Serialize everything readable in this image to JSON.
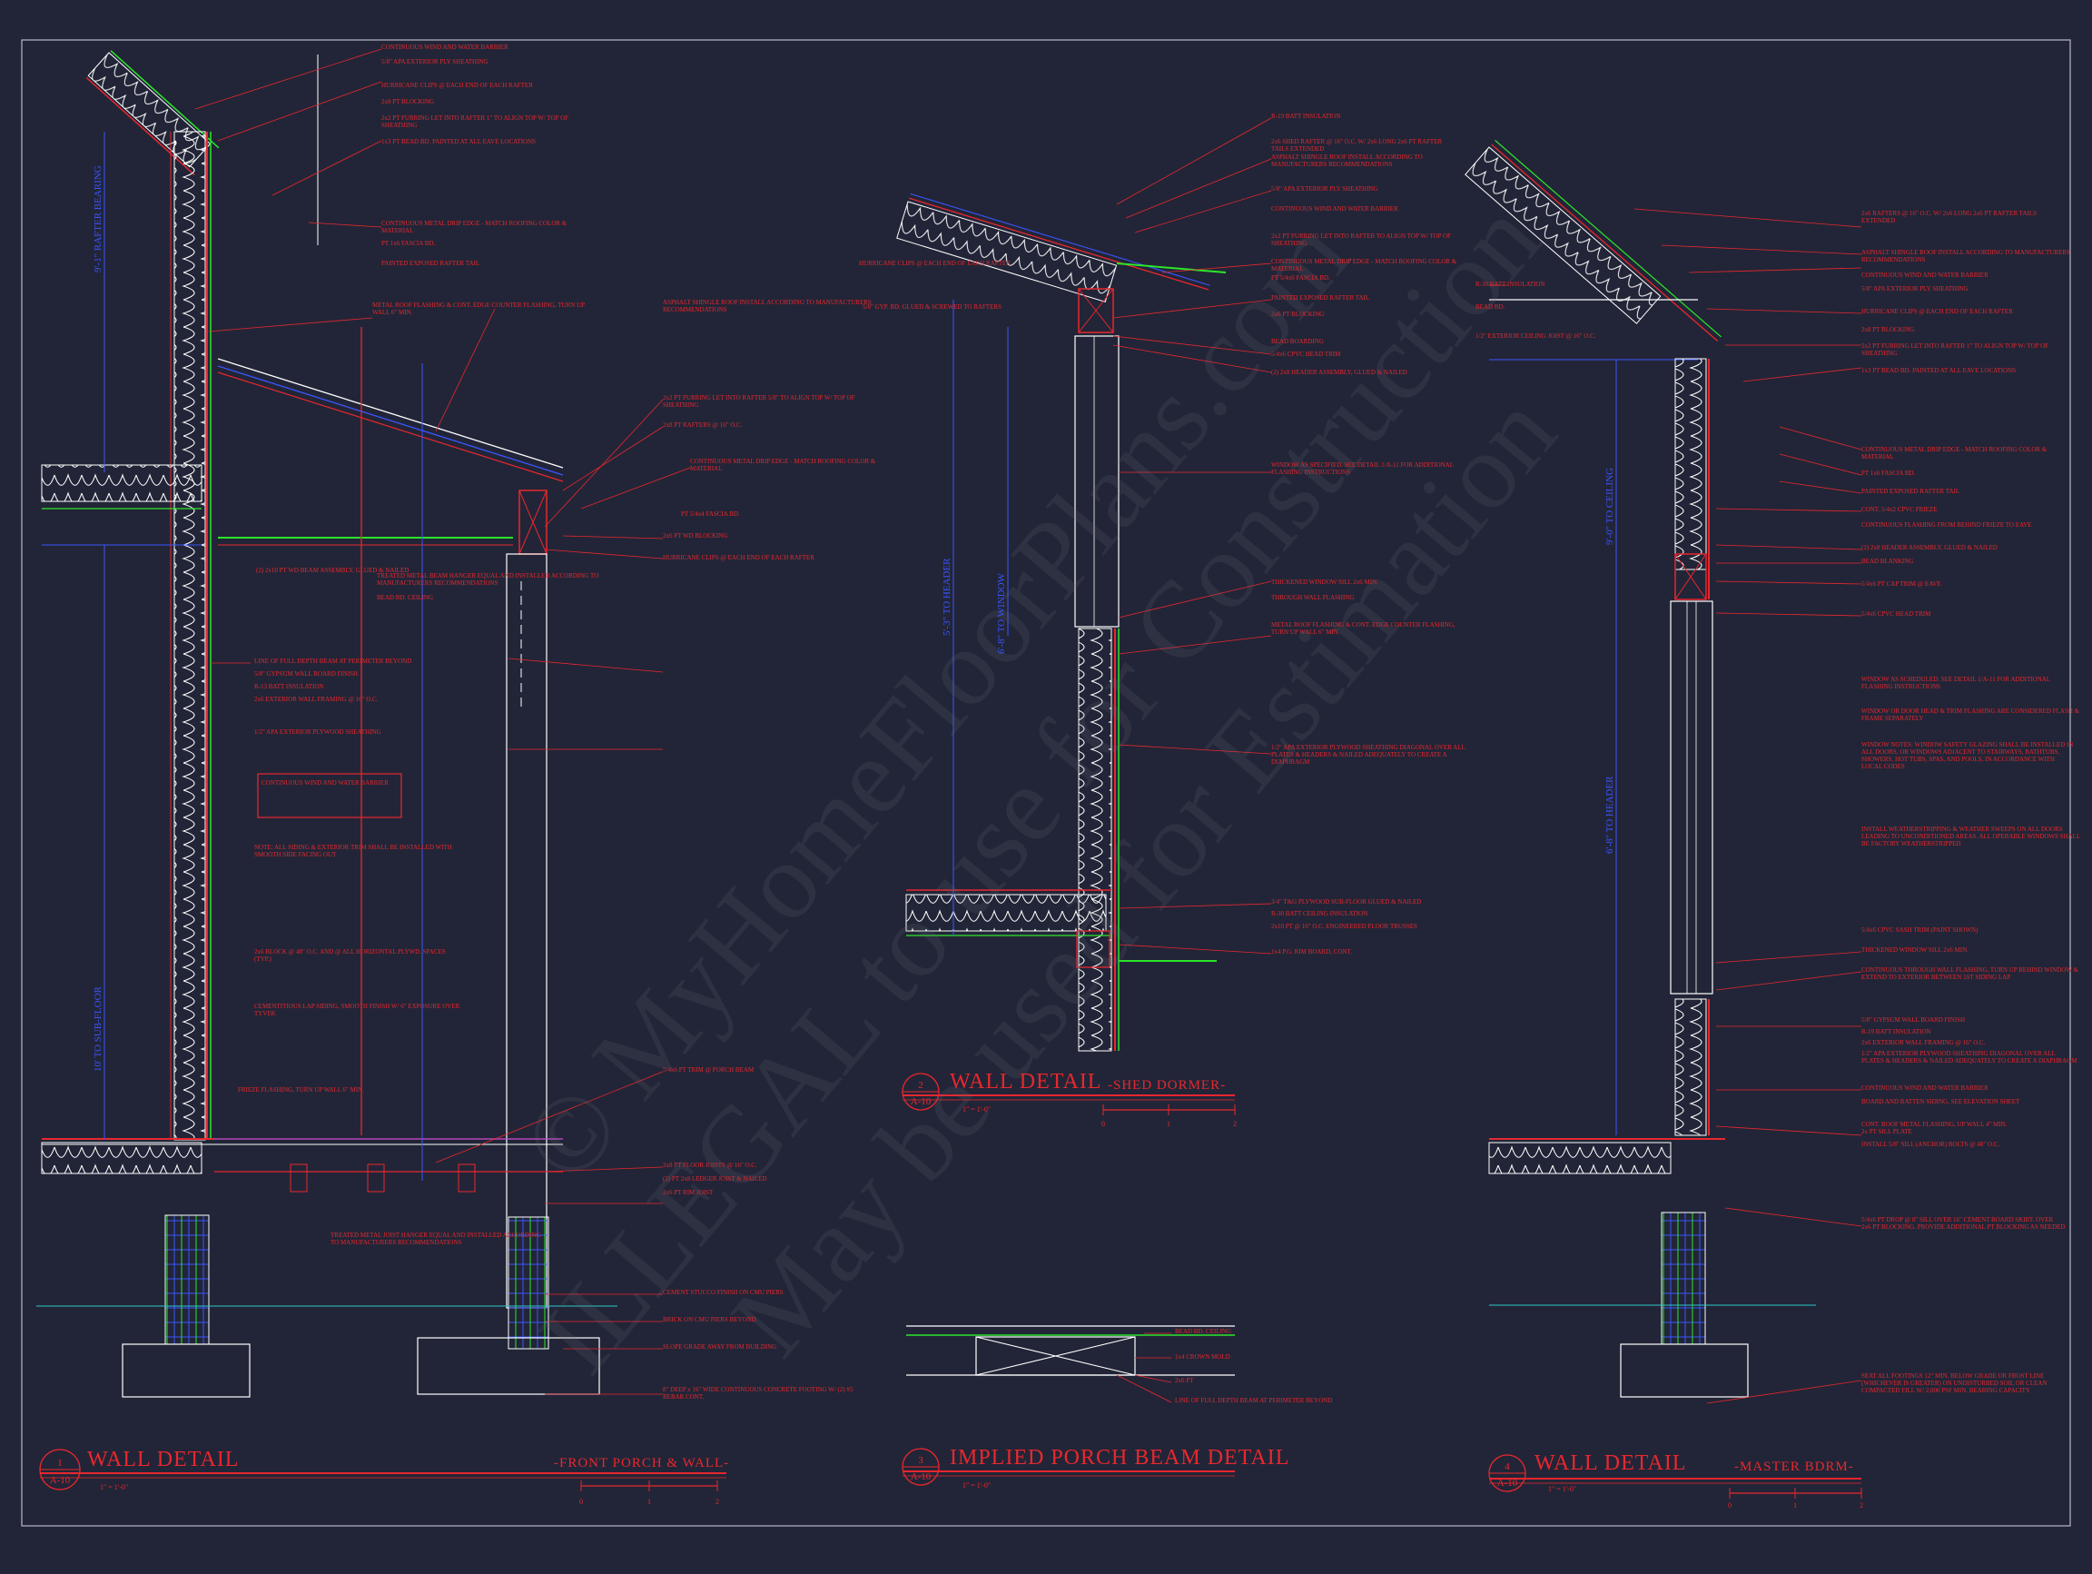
{
  "watermark": {
    "line1": "© MyHomeFloorPlans.com",
    "line2": "ILLEGAL to use for Construction",
    "line3": "May be used for Estimation"
  },
  "details": [
    {
      "num": "1",
      "sheet": "A-10",
      "title": "WALL DETAIL",
      "subtitle": "-FRONT PORCH & WALL-",
      "scale": "1\" = 1'-0\"",
      "bar": [
        "0",
        "1",
        "2"
      ]
    },
    {
      "num": "2",
      "sheet": "A-10",
      "title": "WALL DETAIL",
      "subtitle": "-SHED DORMER-",
      "scale": "1\" = 1'-0\"",
      "bar": [
        "0",
        "1",
        "2"
      ]
    },
    {
      "num": "3",
      "sheet": "A-10",
      "title": "IMPLIED PORCH BEAM DETAIL",
      "subtitle": "",
      "scale": "1\" = 1'-0\"",
      "bar": []
    },
    {
      "num": "4",
      "sheet": "A-10",
      "title": "WALL DETAIL",
      "subtitle": "-MASTER BDRM-",
      "scale": "1\" = 1'-0\"",
      "bar": [
        "0",
        "1",
        "2"
      ]
    }
  ],
  "detail1_notes": [
    "CONTINUOUS WIND AND WATER BARRIER",
    "5/8\" APA EXTERIOR PLY SHEATHING",
    "HURRICANE CLIPS @ EACH END OF EACH RAFTER",
    "2x8 PT BLOCKING",
    "2x2 PT FURRING LET INTO RAFTER 1\" TO ALIGN TOP W/ TOP OF SHEATHING",
    "1x3 PT BEAD BD. PAINTED AT ALL EAVE LOCATIONS",
    "CONTINUOUS METAL DRIP EDGE - MATCH ROOFING COLOR & MATERIAL",
    "PT 1x6 FASCIA BD.",
    "PAINTED EXPOSED RAFTER TAIL",
    "METAL ROOF FLASHING & CONT. EDGE COUNTER FLASHING, TURN UP WALL 6\" MIN.",
    "ASPHALT SHINGLE ROOF INSTALL ACCORDING TO MANUFACTURERS RECOMMENDATIONS",
    "2x2 PT FURRING LET INTO RAFTER 5/8\" TO ALIGN TOP W/ TOP OF SHEATHING",
    "2x8 PT RAFTERS @ 16\" O.C.",
    "CONTINUOUS METAL DRIP EDGE - MATCH ROOFING COLOR & MATERIAL",
    "PT 5/4x4 FASCIA BD.",
    "2x6 PT WD BLOCKING",
    "HURRICANE CLIPS @ EACH END OF EACH RAFTER",
    "(2) 2x10 PT WD BEAM ASSEMBLY, GLUED & NAILED",
    "TREATED METAL BEAM HANGER EQUAL AND INSTALLED ACCORDING TO MANUFACTURERS RECOMMENDATIONS",
    "BEAD BD. CEILING",
    "LINE OF FULL DEPTH BEAM AT PERIMETER BEYOND",
    "5/8\" GYPSUM WALL BOARD FINISH",
    "R-13 BATT INSULATION",
    "2x6 EXTERIOR WALL FRAMING @ 16\" O.C.",
    "1/2\" APA EXTERIOR PLYWOOD SHEATHING",
    "CONTINUOUS WIND AND WATER BARRIER",
    "NOTE: ALL SIDING & EXTERIOR TRIM SHALL BE INSTALLED WITH SMOOTH SIDE FACING OUT",
    "2x6 BLOCK @ 48\" O.C. AND @ ALL HORIZONTAL PLYWD. SPACES (TYP.)",
    "CEMENTITIOUS LAP SIDING, SMOOTH FINISH W/ 6\" EXPOSURE OVER TYVEK",
    "FRIEZE FLASHING, TURN UP WALL 6\" MIN.",
    "5/4x6 PT TRIM @ PORCH BEAM",
    "2x8 PT FLOOR JOISTS @ 16\" O.C.",
    "(2) PT 2x8 LEDGER JOIST & NAILED",
    "2x6 PT RIM JOIST",
    "CEMENT STUCCO FINISH ON CMU PIERS",
    "BRICK ON CMU PIERS BEYOND",
    "SLOPE GRADE AWAY FROM BUILDING",
    "8\" DEEP x 16\" WIDE CONTINUOUS CONCRETE FOOTING W/ (2) #5 REBAR CONT.",
    "TREATED METAL JOIST HANGER EQUAL AND INSTALLED ACCORDING TO MANUFACTURERS RECOMMENDATIONS"
  ],
  "detail2_notes": [
    "R-19 BATT INSULATION",
    "2x6 SHED RAFTER @ 16\" O.C. W/ 2x6 LONG 2x6 PT RAFTER TAILS EXTENDED",
    "ASPHALT SHINGLE ROOF INSTALL ACCORDING TO MANUFACTURERS RECOMMENDATIONS",
    "5/8\" APA EXTERIOR PLY SHEATHING",
    "CONTINUOUS WIND AND WATER BARRIER",
    "2x2 PT FURRING LET INTO RAFTER TO ALIGN TOP W/ TOP OF SHEATHING",
    "CONTINUOUS METAL DRIP EDGE - MATCH ROOFING COLOR & MATERIAL",
    "PT 5/4x6 FASCIA BD.",
    "PAINTED EXPOSED RAFTER TAIL",
    "2x6 PT BLOCKING",
    "BEAD BOARDING",
    "5/4x6 CPVC HEAD TRIM",
    "(2) 2x8 HEADER ASSEMBLY, GLUED & NAILED",
    "HURRICANE CLIPS @ EACH END OF EACH RAFTER",
    "5/8\" GYP. BD. GLUED & SCREWED TO RAFTERS",
    "WINDOW AS SPECIFIED. SEE DETAIL 1/A-11 FOR ADDITIONAL FLASHING INSTRUCTIONS",
    "THICKENED WINDOW SILL 2x6 MIN.",
    "THROUGH WALL FLASHING",
    "METAL ROOF FLASHING & CONT. EDGE COUNTER FLASHING, TURN UP WALL 6\" MIN.",
    "1/2\" APA EXTERIOR PLYWOOD SHEATHING DIAGONAL OVER ALL PLATES & HEADERS & NAILED ADEQUATELY TO CREATE A DIAPHRAGM",
    "3/4\" T&G PLYWOOD SUB-FLOOR GLUED & NAILED",
    "R-30 BATT CEILING INSULATION",
    "2x10 PT @ 16\" O.C. ENGINEERED FLOOR TRUSSES",
    "1x4 P.G. RIM BOARD, CONT."
  ],
  "detail3_notes": [
    "BEAD BD. CEILING",
    "1x4 CROWN MOLD",
    "2x6 PT",
    "LINE OF FULL DEPTH BEAM AT PERIMETER BEYOND"
  ],
  "detail4_notes": [
    "2x6 RAFTERS @ 16\" O.C. W/ 2x6 LONG 2x6 PT RAFTER TAILS EXTENDED",
    "ASPHALT SHINGLE ROOF INSTALL ACCORDING TO MANUFACTURERS RECOMMENDATIONS",
    "CONTINUOUS WIND AND WATER BARRIER",
    "5/8\" APA EXTERIOR PLY SHEATHING",
    "HURRICANE CLIPS @ EACH END OF EACH RAFTER",
    "2x8 PT BLOCKING",
    "2x2 PT FURRING LET INTO RAFTER 1\" TO ALIGN TOP W/ TOP OF SHEATHING",
    "1x3 PT BEAD BD. PAINTED AT ALL EAVE LOCATIONS",
    "CONTINUOUS METAL DRIP EDGE - MATCH ROOFING COLOR & MATERIAL",
    "PT 1x6 FASCIA BD.",
    "PAINTED EXPOSED RAFTER TAIL",
    "CONT. 5/4x2 CPVC FRIEZE",
    "CONTINUOUS FLASHING FROM BEHIND FRIEZE TO EAVE",
    "(2) 2x8 HEADER ASSEMBLY, GLUED & NAILED",
    "BEAD BLANKING",
    "5/4x6 PT CAP TRIM @ EAVE",
    "5/4x6 CPVC HEAD TRIM",
    "R-30 BATT INSULATION",
    "BEAD BD.",
    "1/2\" EXTERIOR CEILING JOIST @ 16\" O.C.",
    "WINDOW AS SCHEDULED. SEE DETAIL 1/A-11 FOR ADDITIONAL FLASHING INSTRUCTIONS",
    "WINDOW OR DOOR HEAD & TRIM FLASHING ARE CONSIDERED FLASH & FRAME SEPARATELY",
    "WINDOW NOTES: WINDOW SAFETY GLAZING SHALL BE INSTALLED IN ALL DOORS, OR WINDOWS ADJACENT TO STAIRWAYS, BATHTUBS, SHOWERS, HOT TUBS, SPAS, AND POOLS, IN ACCORDANCE WITH LOCAL CODES",
    "INSTALL WEATHERSTRIPPING & WEATHER SWEEPS ON ALL DOORS LEADING TO UNCONDITIONED AREAS. ALL OPERABLE WINDOWS SHALL BE FACTORY WEATHERSTRIPPED",
    "5/4x6 CPVC SASH TRIM (PAINT SHOWN)",
    "THICKENED WINDOW SILL 2x6 MIN.",
    "CONTINUOUS THROUGH WALL FLASHING, TURN UP BEHIND WINDOW & EXTEND TO EXTERIOR BETWEEN 1ST SIDING LAP",
    "5/8\" GYPSUM WALL BOARD FINISH",
    "R-19 BATT INSULATION",
    "2x6 EXTERIOR WALL FRAMING @ 16\" O.C.",
    "1/2\" APA EXTERIOR PLYWOOD SHEATHING DIAGONAL OVER ALL PLATES & HEADERS & NAILED ADEQUATELY TO CREATE A DIAPHRAGM",
    "CONTINUOUS WIND AND WATER BARRIER",
    "BOARD AND BATTEN SIDING, SEE ELEVATION SHEET",
    "CONT. ROOF METAL FLASHING, UP WALL 4\" MIN.",
    "2x PT SILL PLATE",
    "INSTALL 5/8\" SILL (ANCHOR) BOLTS @ 48\" O.C.",
    "5/4x6 PT DROP @ 8\" SILL OVER 16\" CEMENT BOARD SKIRT. OVER 2x6 PT BLOCKING. PROVIDE ADDITIONAL PT BLOCKING AS NEEDED",
    "SEAT ALL FOOTINGS 12\" MIN. BELOW GRADE OR FROST LINE (WHICHEVER IS GREATER) ON UNDISTURBED SOIL OR CLEAN COMPACTED FILL W/ 2,000 PSF MIN. BEARING CAPACITY"
  ],
  "dimensions": {
    "d1_upper": "9'-1\" RAFTER BEARING",
    "d1_lower": "10' TO SUB-FLOOR",
    "d2_a": "5'-3\" TO HEADER",
    "d2_b": "6'-8\" TO WINDOW",
    "d4_a": "9'-0\" TO CEILING",
    "d4_b": "6'-8\" TO HEADER"
  }
}
